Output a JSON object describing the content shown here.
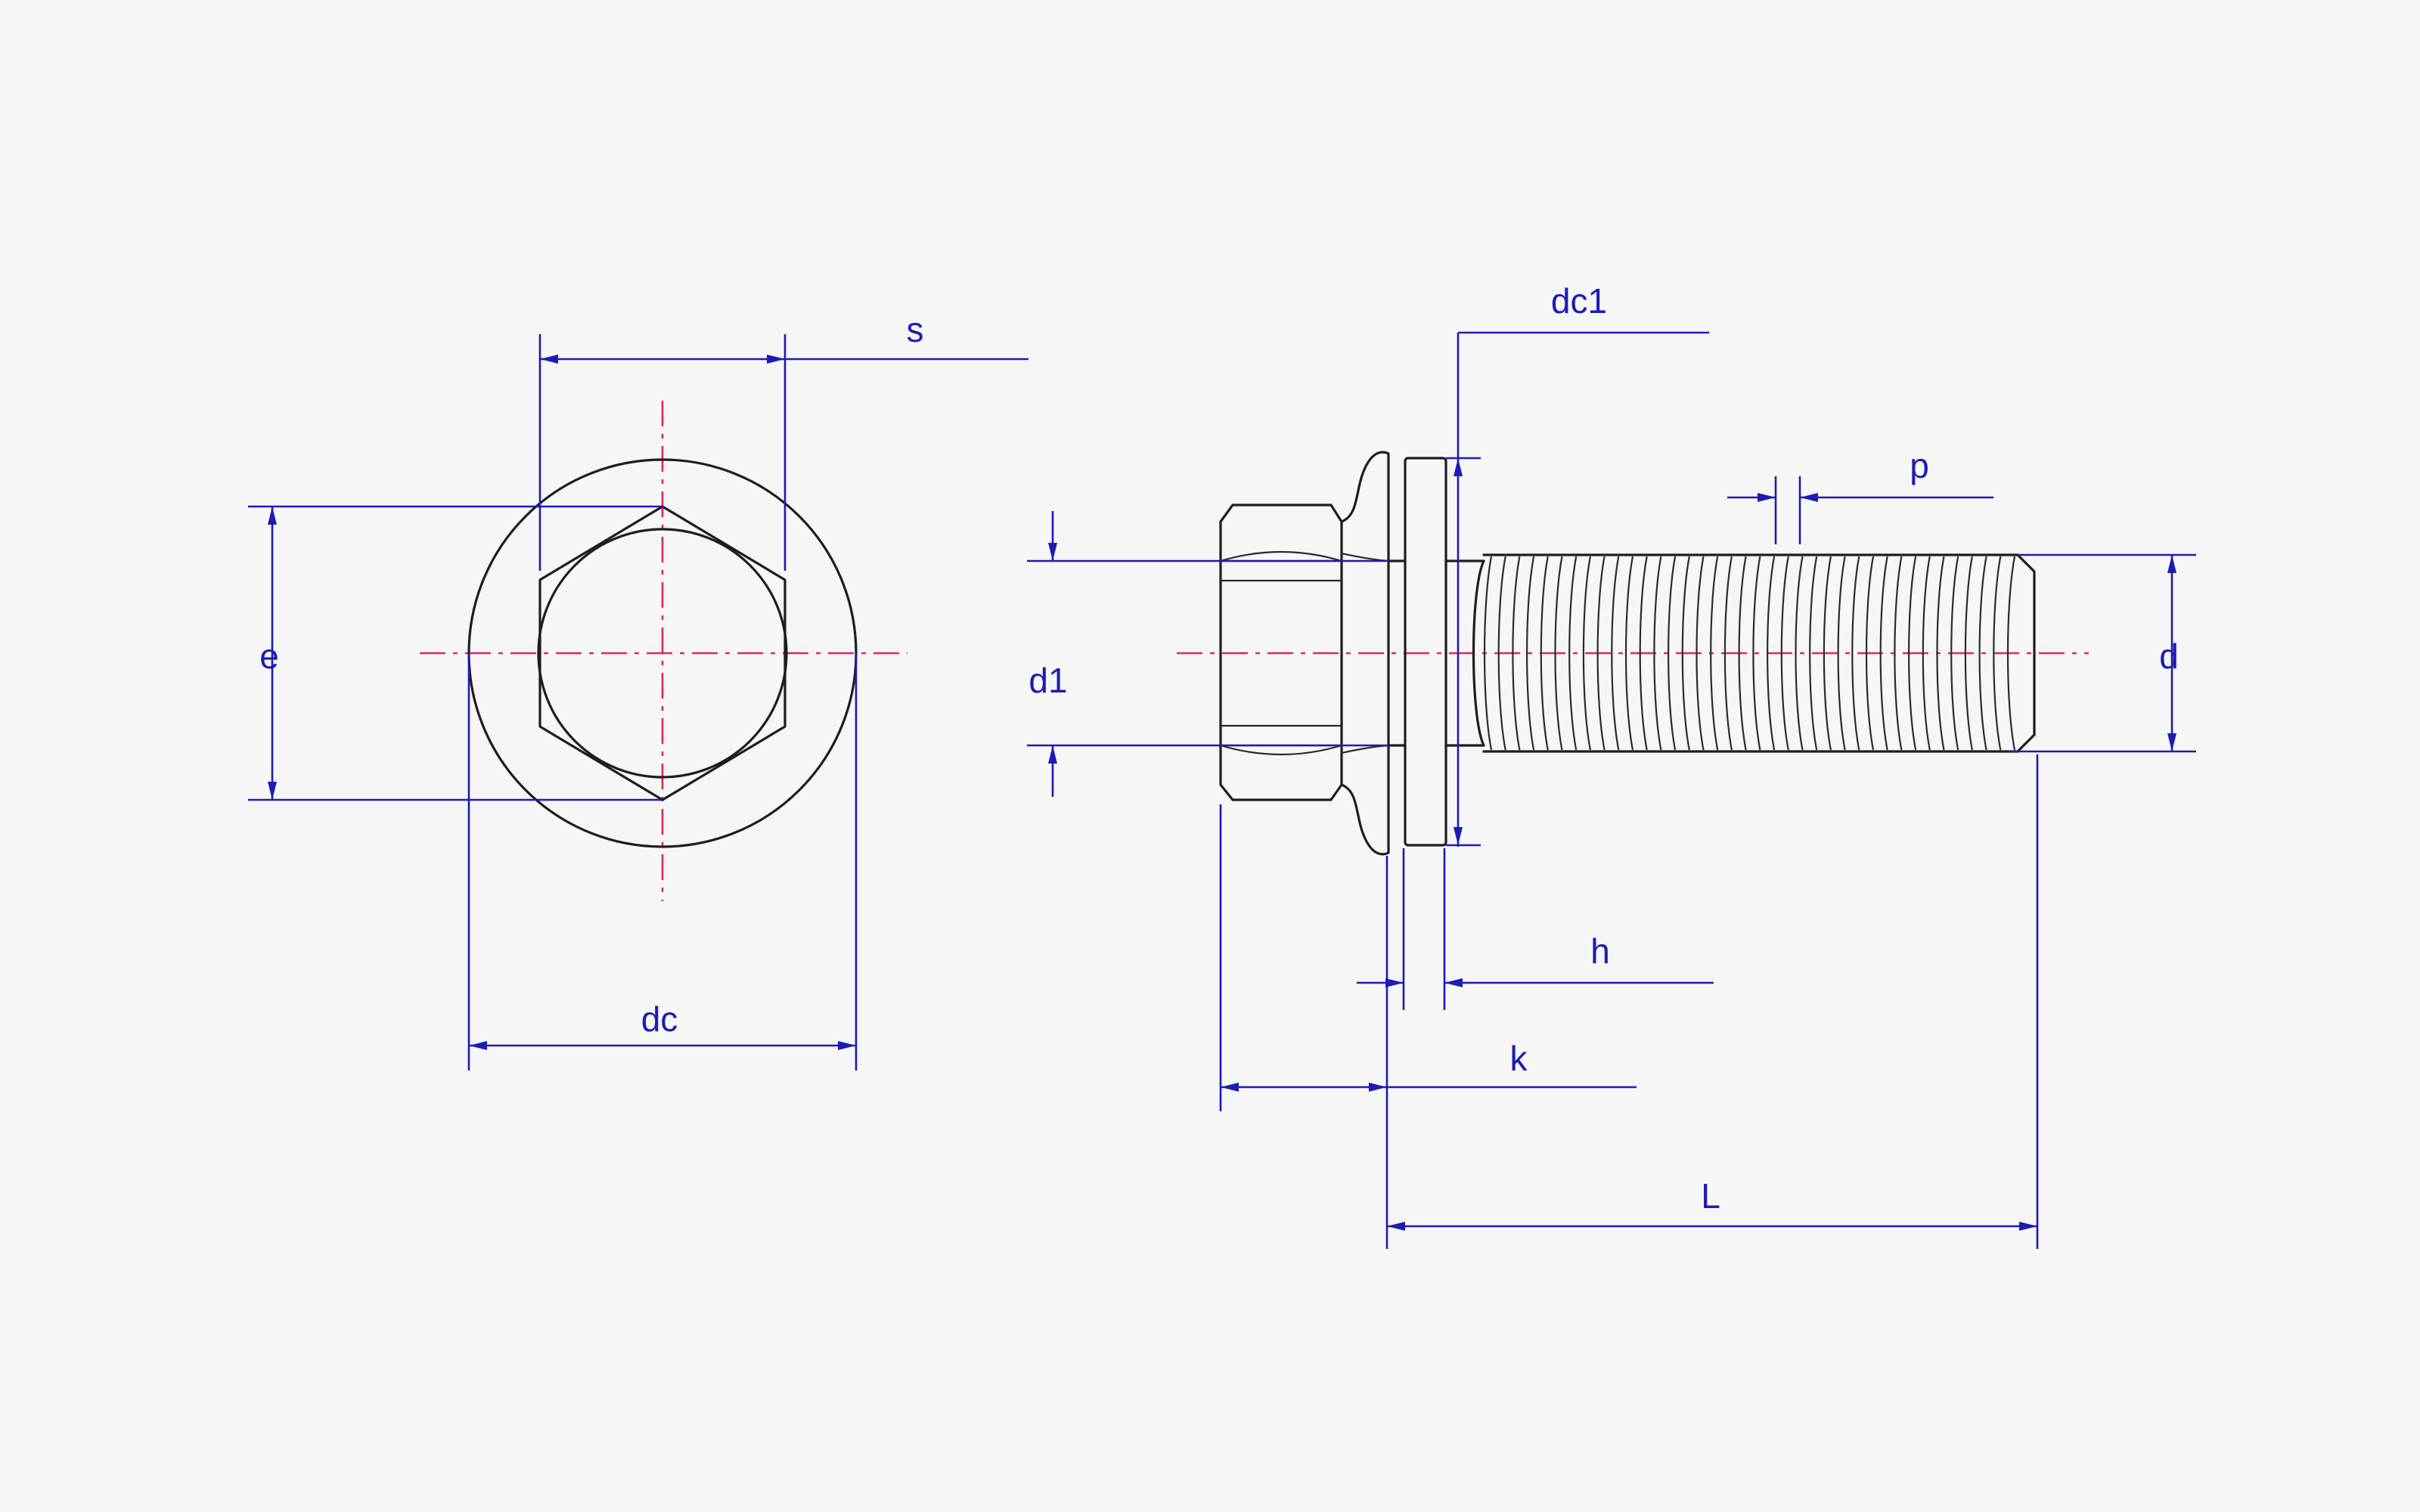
{
  "drawing": {
    "dimension_color": "#1c1cb4",
    "outline_color": "#1e1e1e",
    "centerline_color": "#e0275a",
    "thread_count": 38,
    "end_view": {
      "labels": {
        "s": "s",
        "e": "e",
        "dc": "dc"
      }
    },
    "side_view": {
      "labels": {
        "dc1": "dc1",
        "p": "p",
        "d1": "d1",
        "d": "d",
        "h": "h",
        "k": "k",
        "L": "L"
      }
    }
  }
}
